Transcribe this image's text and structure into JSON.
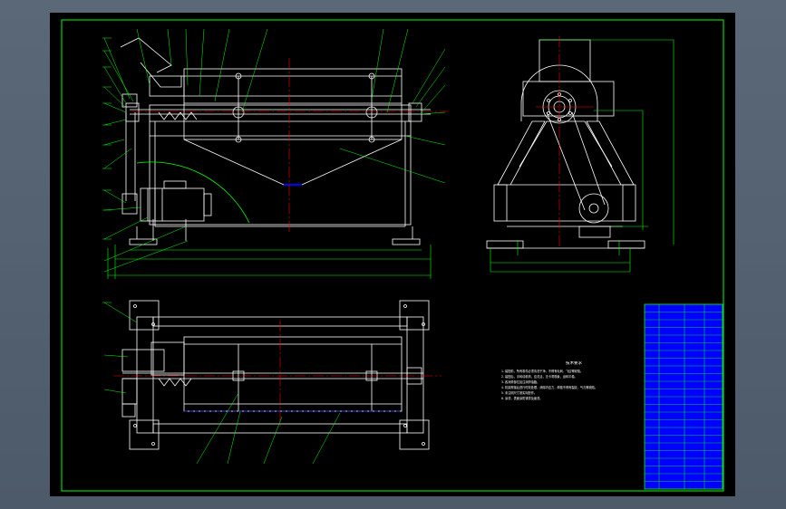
{
  "colors": {
    "frame": "#00ff00",
    "line": "#ffffff",
    "dimension": "#00ff00",
    "centerline": "#ff0000",
    "hidden": "#0000ff",
    "leader": "#00ff00",
    "table_fill": "#0000ff"
  },
  "notes": {
    "title": "技术要求",
    "lines": [
      "1. 装配前，所有零件必须清洗干净，不得有毛刺、飞边等缺陷。",
      "2. 装配后，手转动机构，应灵活，无卡滞现象，运转平稳。",
      "3. 各润滑部位加注润滑油脂。",
      "4. 机架焊接后进行时效处理，消除内应力，焊缝不得有裂纹、气孔等缺陷。",
      "5. 未注明尺寸按实际配作。",
      "6. 涂漆，表面涂防锈漆及面漆。"
    ]
  },
  "title_block": {
    "name": "",
    "rows": 24
  }
}
